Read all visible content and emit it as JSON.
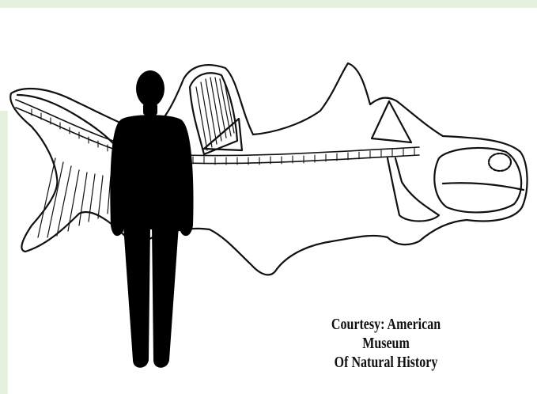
{
  "credit": {
    "line1": "Courtesy: American Museum",
    "line2": "Of Natural History"
  },
  "colors": {
    "background": "#ffffff",
    "band": "#e6f2df",
    "outline": "#111111",
    "silhouette": "#000000"
  },
  "icons": {
    "fish": "fossil-fish-outline",
    "person": "human-silhouette"
  }
}
